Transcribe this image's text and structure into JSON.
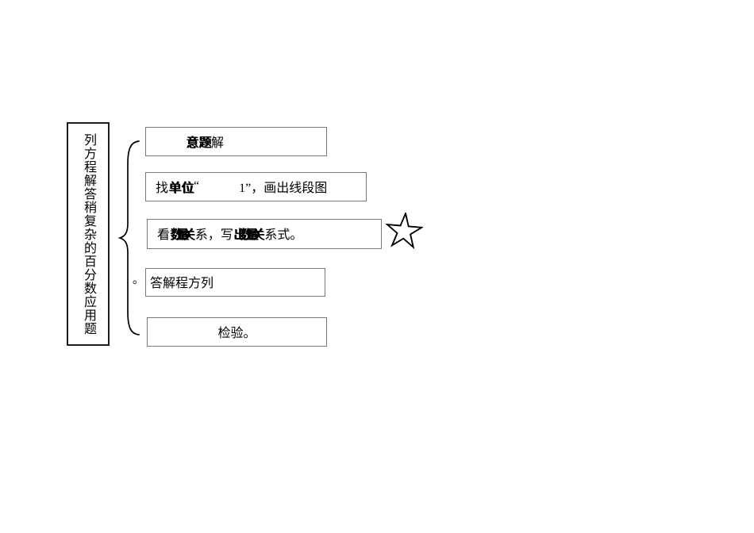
{
  "diagram": {
    "title_vertical": "列方程解答稍复杂的百分数应用题",
    "period_mark": "。",
    "steps": [
      {
        "name": "step-understand-problem",
        "align": "indent",
        "segments": [
          {
            "text": "意题",
            "fx": "double"
          },
          {
            "text": "解"
          }
        ]
      },
      {
        "name": "step-find-unit-1",
        "align": "",
        "segments": [
          {
            "text": "找"
          },
          {
            "text": "单位",
            "fx": "double"
          },
          {
            "text": "“"
          },
          {
            "text": "1”，画出线段图",
            "gap": 50
          }
        ]
      },
      {
        "name": "step-quantity-relation",
        "align": "",
        "segments": [
          {
            "text": "看"
          },
          {
            "text": "数量关",
            "fx": "double squeeze"
          },
          {
            "text": "系，写"
          },
          {
            "text": "出数量关",
            "fx": "double squeeze"
          },
          {
            "text": "系式。"
          }
        ]
      },
      {
        "name": "step-solve-equation",
        "align": "flush",
        "segments": [
          {
            "text": "答解程方列"
          }
        ]
      },
      {
        "name": "step-check",
        "align": "center",
        "segments": [
          {
            "text": "检验。"
          }
        ]
      }
    ],
    "icons": {
      "star": "five-pointed-star-outline",
      "brace": "left-curly-brace"
    },
    "colors": {
      "background": "#ffffff",
      "text": "#000000",
      "step_border": "#787878",
      "title_border": "#1f1f1f",
      "line": "#000000"
    }
  }
}
